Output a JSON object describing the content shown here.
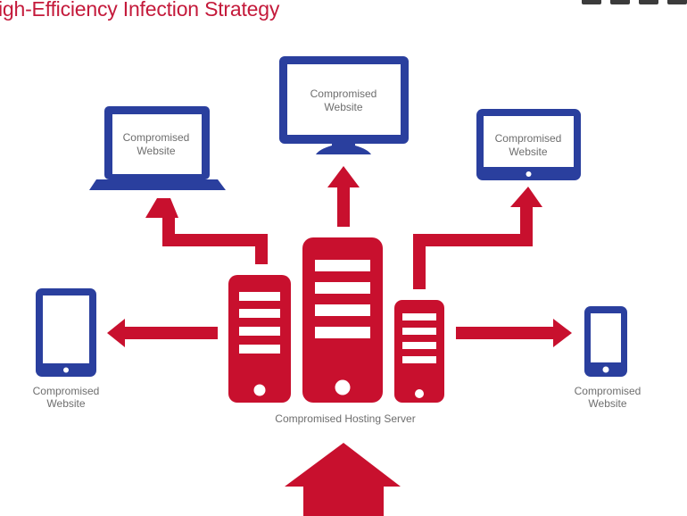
{
  "header": {
    "title": "igh-Efficiency Infection Strategy",
    "social_icons": [
      "facebook-icon",
      "twitter-icon",
      "linkedin-icon",
      "email-icon"
    ]
  },
  "colors": {
    "red": "#c8102e",
    "blue": "#2a3f9e",
    "label_gray": "#6e6e6e"
  },
  "diagram": {
    "server_label": "Compromised Hosting Server",
    "devices": [
      {
        "id": "monitor-top",
        "type": "monitor",
        "line1": "Compromised",
        "line2": "Website"
      },
      {
        "id": "laptop-left",
        "type": "laptop",
        "line1": "Compromised",
        "line2": "Website"
      },
      {
        "id": "tablet-right",
        "type": "tablet-landscape",
        "line1": "Compromised",
        "line2": "Website"
      },
      {
        "id": "tablet-left",
        "type": "tablet-portrait",
        "line1": "Compromised",
        "line2": "Website"
      },
      {
        "id": "phone-right",
        "type": "phone",
        "line1": "Compromised",
        "line2": "Website"
      }
    ]
  }
}
